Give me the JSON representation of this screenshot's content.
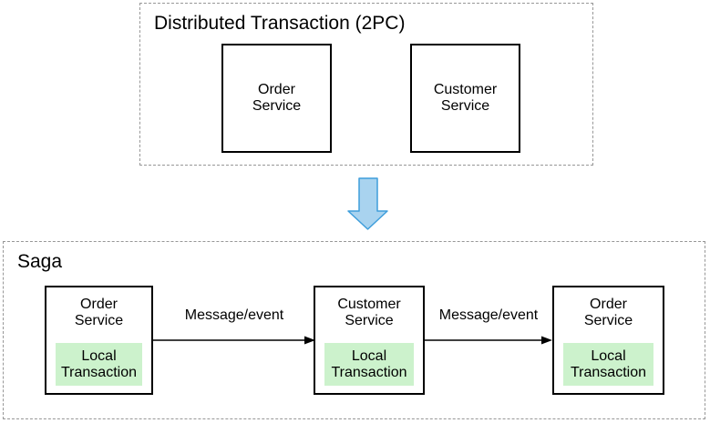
{
  "colors": {
    "background": "#ffffff",
    "box_border": "#000000",
    "dashed_border": "#979797",
    "green_fill": "#ccf2cc",
    "arrow_blue_fill": "#a9d3ef",
    "arrow_blue_stroke": "#3f9edb",
    "text": "#000000"
  },
  "top_section": {
    "title": "Distributed Transaction (2PC)",
    "boxes": [
      {
        "label": "Order\nService"
      },
      {
        "label": "Customer\nService"
      }
    ]
  },
  "transition": {
    "icon": "down-arrow"
  },
  "bottom_section": {
    "title": "Saga",
    "boxes": [
      {
        "label": "Order\nService",
        "badge": "Local\nTransaction"
      },
      {
        "label": "Customer\nService",
        "badge": "Local\nTransaction"
      },
      {
        "label": "Order\nService",
        "badge": "Local\nTransaction"
      }
    ],
    "arrows": [
      {
        "label": "Message/event"
      },
      {
        "label": "Message/event"
      }
    ]
  }
}
